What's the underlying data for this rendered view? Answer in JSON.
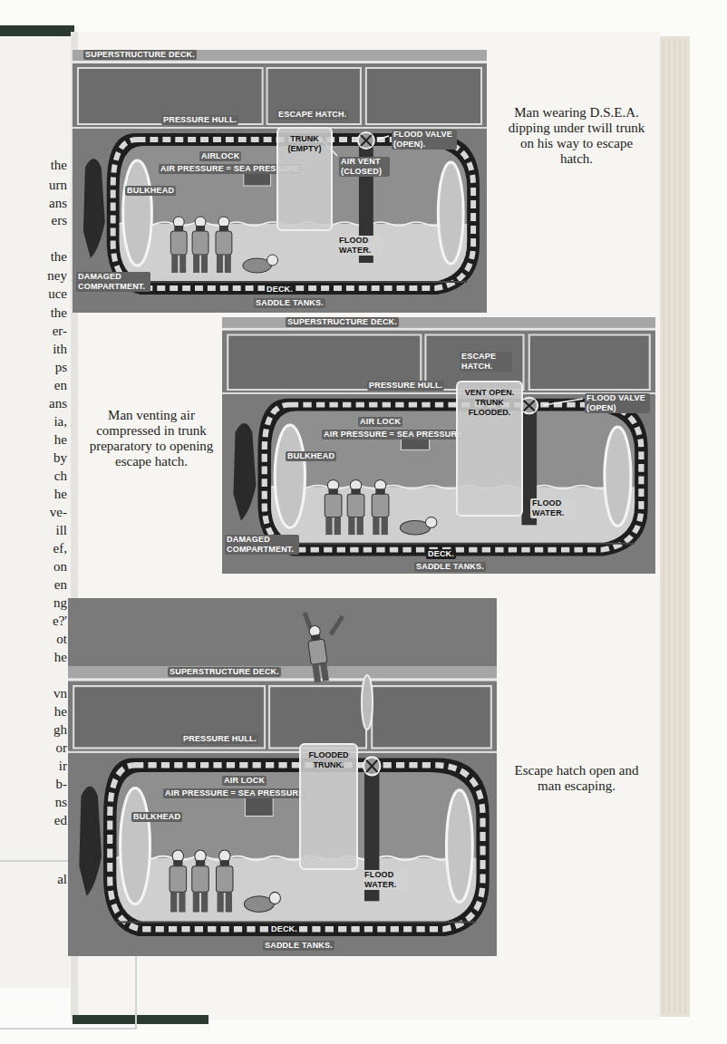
{
  "diagram": {
    "nodes": [
      {
        "text": [
          "SUPERSTRUCTURE DECK.",
          "PRESSURE HULL.",
          "ESCAPE HATCH.",
          "AIRLOCK",
          "AIR PRESSURE = SEA PRESSURE",
          "BULKHEAD",
          "AIR VENT (CLOSED)",
          "FLOOD VALVE (OPEN).",
          "FLOOD WATER.",
          "DAMAGED COMPARTMENT.",
          "DECK.",
          "SADDLE TANKS."
        ]
      },
      {
        "text": [
          "TRUNK (EMPTY)"
        ],
        "in": 0
      },
      {
        "text": [
          "SUPERSTRUCTURE DECK.",
          "PRESSURE HULL.",
          "ESCAPE HATCH.",
          "AIR LOCK",
          "AIR PRESSURE = SEA PRESSURE",
          "BULKHEAD",
          "FLOOD VALVE (OPEN)",
          "FLOOD WATER.",
          "DAMAGED COMPARTMENT.",
          "DECK.",
          "SADDLE TANKS."
        ]
      },
      {
        "text": [
          "VENT OPEN. TRUNK FLOODED."
        ],
        "in": 2
      },
      {
        "text": [
          "SUPERSTRUCTURE DECK.",
          "PRESSURE HULL.",
          "AIR LOCK",
          "AIR PRESSURE = SEA PRESSURE",
          "BULKHEAD",
          "FLOOD WATER.",
          "DECK.",
          "SADDLE TANKS."
        ]
      },
      {
        "text": [
          "FLOODED TRUNK."
        ],
        "in": 4
      }
    ],
    "labels": [
      "the",
      "urn",
      "ans",
      "ers",
      "the",
      "ney",
      "uce",
      "the",
      "er-",
      "ith",
      "ps",
      "en",
      "ans",
      "ia,",
      "he",
      "by",
      "ch",
      "he",
      "ve-",
      "ill",
      "ef,",
      "on",
      "en",
      "ng",
      "e?'",
      "ot",
      "he",
      "vn",
      "he",
      "gh",
      "or",
      "ir",
      "b-",
      "ns",
      "ed",
      "al",
      "Man wearing D.S.E.A. dipping under twill trunk on his way to escape hatch.",
      "Man venting air compressed in trunk preparatory to opening escape hatch.",
      "Escape hatch open and man escaping."
    ]
  }
}
